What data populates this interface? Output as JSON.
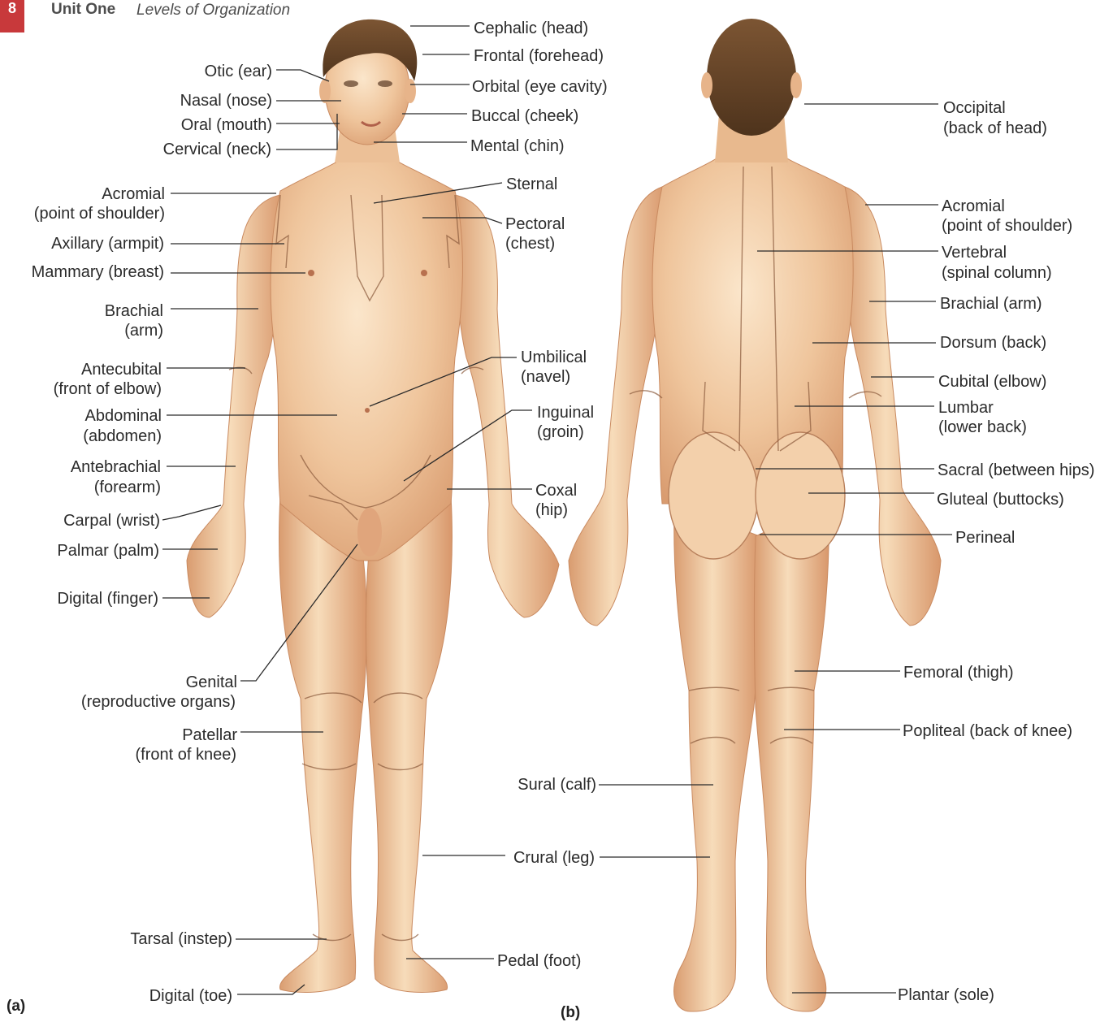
{
  "header": {
    "page_number": "8",
    "unit": "Unit One",
    "section_title": "Levels of Organization"
  },
  "panels": {
    "a": "(a)",
    "b": "(b)"
  },
  "colors": {
    "skin_light": "#f6d8b4",
    "skin_mid": "#eab98d",
    "skin_dark": "#d08e63",
    "hair": "#6b4a2b",
    "leader_line": "#2a2a2a",
    "page_tab": "#c8393b"
  },
  "anterior_labels": {
    "cephalic": "Cephalic (head)",
    "frontal": "Frontal (forehead)",
    "otic": "Otic (ear)",
    "orbital": "Orbital (eye cavity)",
    "nasal": "Nasal (nose)",
    "buccal": "Buccal (cheek)",
    "oral": "Oral (mouth)",
    "mental": "Mental (chin)",
    "cervical": "Cervical (neck)",
    "sternal": "Sternal",
    "acromial_1": "Acromial",
    "acromial_2": "(point of shoulder)",
    "pectoral_1": "Pectoral",
    "pectoral_2": "(chest)",
    "axillary": "Axillary (armpit)",
    "mammary": "Mammary (breast)",
    "brachial_1": "Brachial",
    "brachial_2": "(arm)",
    "umbilical_1": "Umbilical",
    "umbilical_2": "(navel)",
    "antecubital_1": "Antecubital",
    "antecubital_2": "(front of elbow)",
    "inguinal_1": "Inguinal",
    "inguinal_2": "(groin)",
    "abdominal_1": "Abdominal",
    "abdominal_2": "(abdomen)",
    "antebrachial_1": "Antebrachial",
    "antebrachial_2": "(forearm)",
    "coxal_1": "Coxal",
    "coxal_2": "(hip)",
    "carpal": "Carpal (wrist)",
    "palmar": "Palmar (palm)",
    "digital_finger": "Digital (finger)",
    "genital_1": "Genital",
    "genital_2": "(reproductive organs)",
    "patellar_1": "Patellar",
    "patellar_2": "(front of knee)",
    "tarsal": "Tarsal (instep)",
    "pedal": "Pedal (foot)",
    "digital_toe": "Digital (toe)"
  },
  "posterior_labels": {
    "occipital_1": "Occipital",
    "occipital_2": "(back of head)",
    "acromial_1": "Acromial",
    "acromial_2": "(point of shoulder)",
    "vertebral_1": "Vertebral",
    "vertebral_2": "(spinal column)",
    "brachial": "Brachial (arm)",
    "dorsum": "Dorsum (back)",
    "cubital": "Cubital (elbow)",
    "lumbar_1": "Lumbar",
    "lumbar_2": "(lower back)",
    "sacral": "Sacral (between hips)",
    "gluteal": "Gluteal (buttocks)",
    "perineal": "Perineal",
    "femoral": "Femoral (thigh)",
    "popliteal": "Popliteal (back of knee)",
    "sural": "Sural (calf)",
    "crural": "Crural (leg)",
    "plantar": "Plantar (sole)"
  }
}
